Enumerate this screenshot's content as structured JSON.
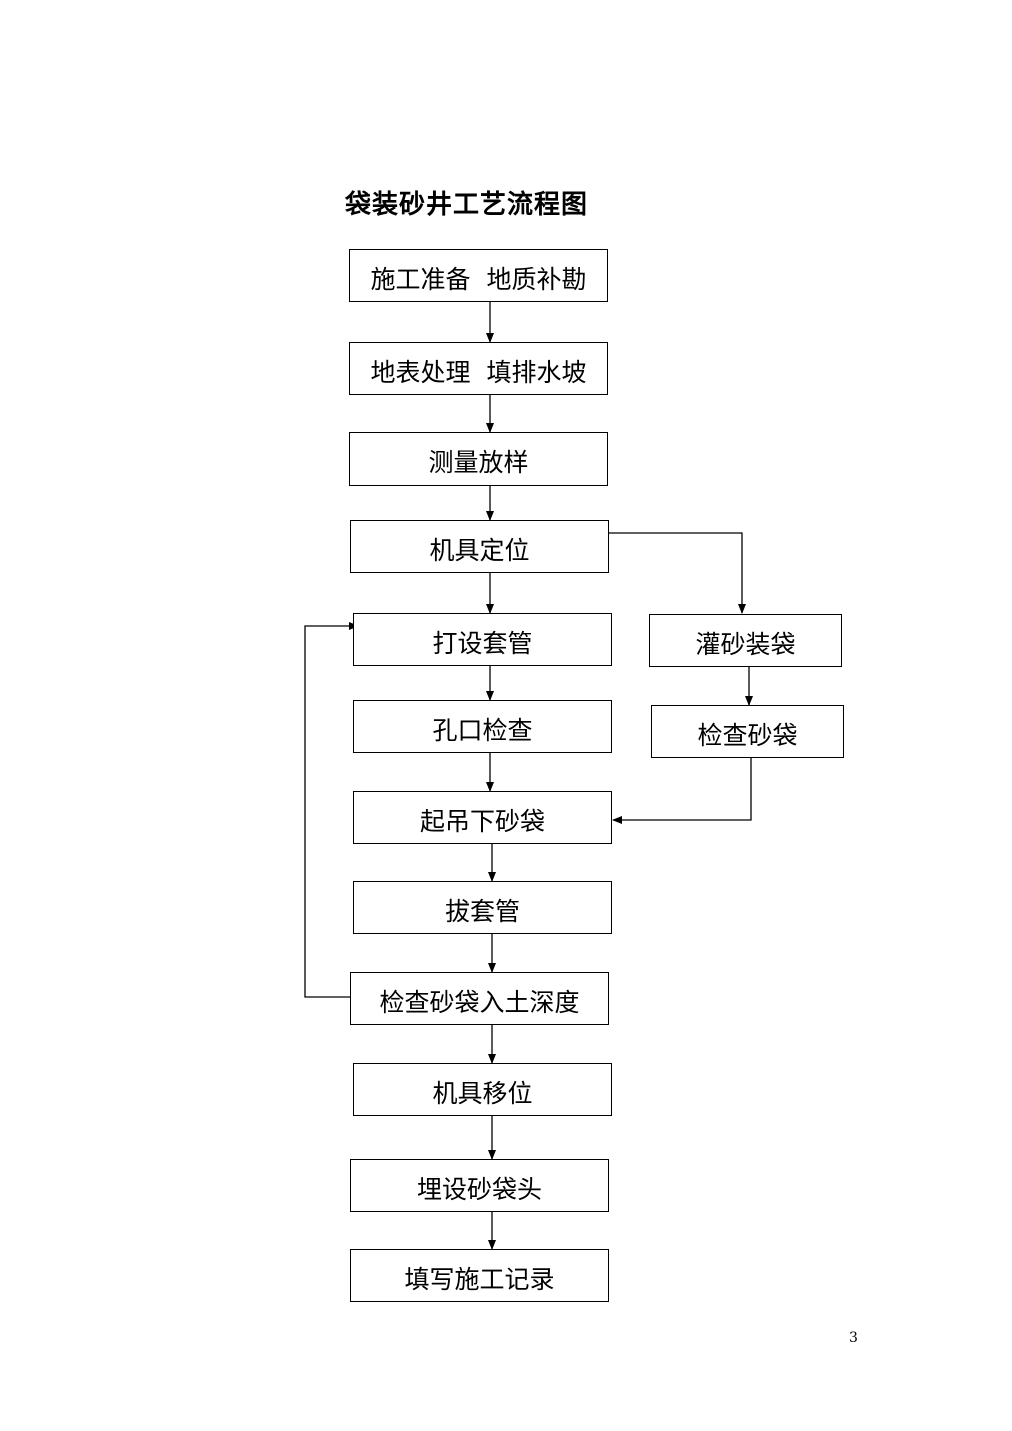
{
  "title": "袋装砂井工艺流程图",
  "nodes": {
    "prep": "施工准备  地质补勘",
    "surface": "地表处理  填排水坡",
    "survey": "测量放样",
    "position": "机具定位",
    "casing": "打设套管",
    "fill_bag": "灌砂装袋",
    "hole_check": "孔口检查",
    "bag_check": "检查砂袋",
    "lower_bag": "起吊下砂袋",
    "pull_casing": "拔套管",
    "depth_check": "检查砂袋入土深度",
    "move": "机具移位",
    "bury_head": "埋设砂袋头",
    "record": "填写施工记录"
  },
  "edges": [
    [
      "prep",
      "surface"
    ],
    [
      "surface",
      "survey"
    ],
    [
      "survey",
      "position"
    ],
    [
      "position",
      "casing"
    ],
    [
      "position",
      "fill_bag"
    ],
    [
      "fill_bag",
      "bag_check"
    ],
    [
      "casing",
      "hole_check"
    ],
    [
      "hole_check",
      "lower_bag"
    ],
    [
      "bag_check",
      "lower_bag"
    ],
    [
      "lower_bag",
      "pull_casing"
    ],
    [
      "pull_casing",
      "depth_check"
    ],
    [
      "depth_check",
      "casing"
    ],
    [
      "depth_check",
      "move"
    ],
    [
      "move",
      "bury_head"
    ],
    [
      "bury_head",
      "record"
    ]
  ],
  "page_number": "3"
}
